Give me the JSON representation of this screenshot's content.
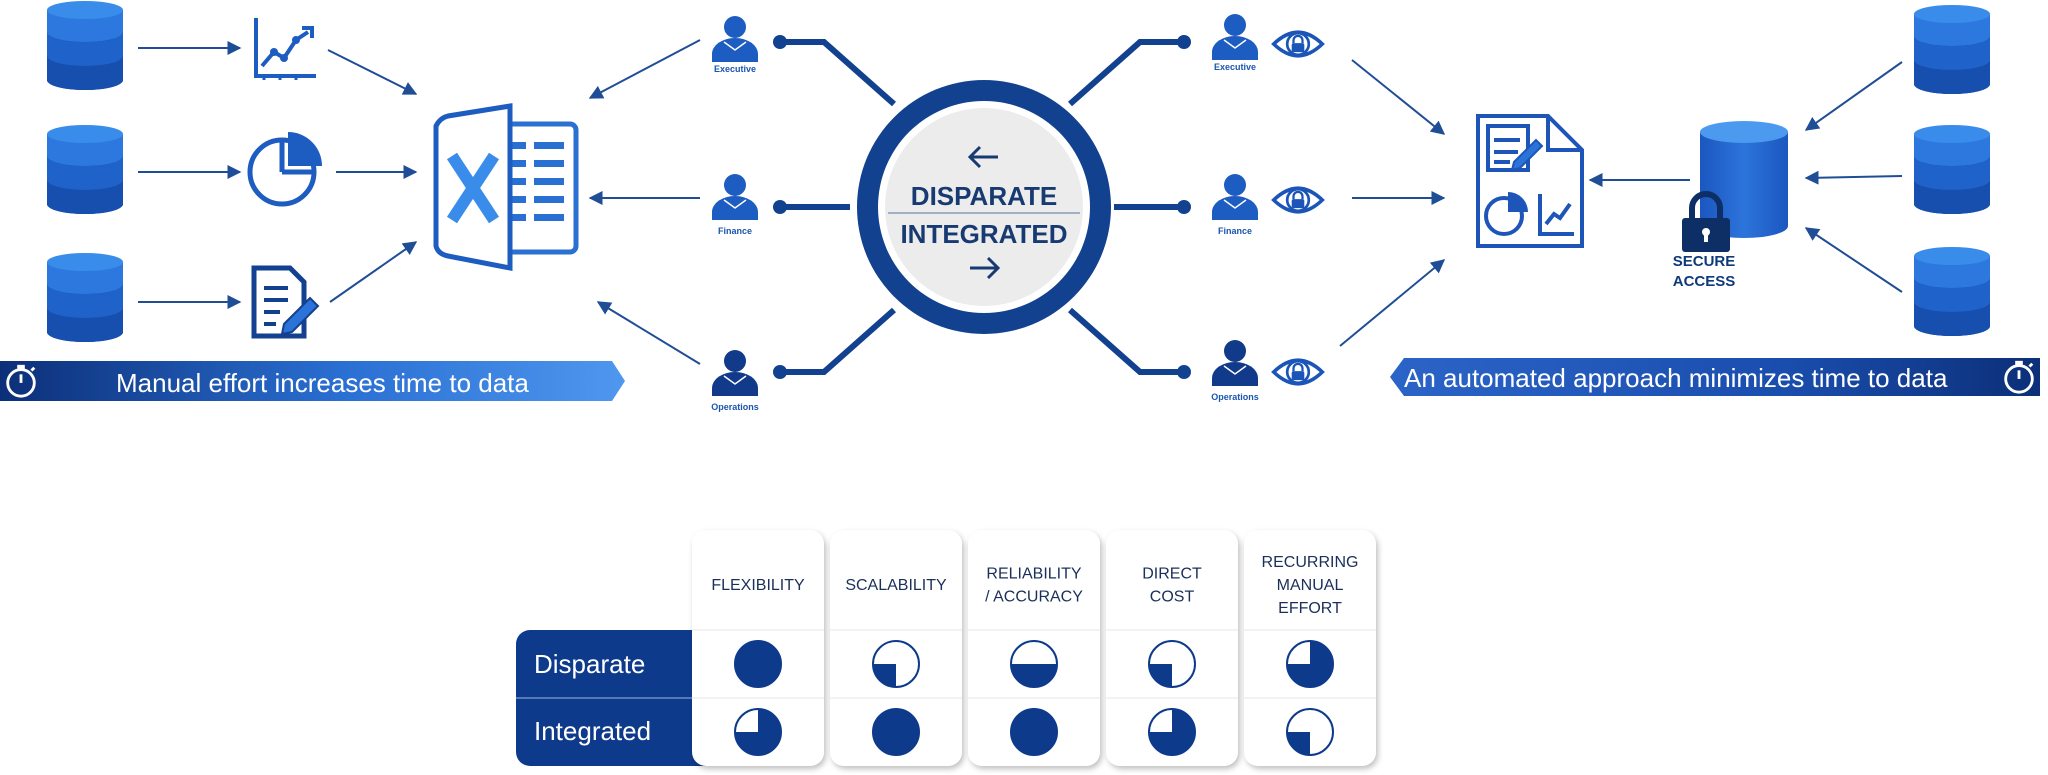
{
  "colors": {
    "dark_blue": "#0e3a8c",
    "mid_blue": "#1b5fc4",
    "light_blue": "#3f8ee8",
    "harvey_blue": "#0e3a8c"
  },
  "left": {
    "banner": "Manual effort increases time to data",
    "icons": [
      "database-icon",
      "line-chart-icon",
      "pie-chart-icon",
      "document-edit-icon",
      "excel-icon",
      "stopwatch-icon"
    ]
  },
  "center": {
    "labels": [
      "DISPARATE",
      "INTEGRATED"
    ],
    "left_roles": [
      "Executive",
      "Finance",
      "Operations"
    ],
    "right_roles": [
      "Executive",
      "Finance",
      "Operations"
    ]
  },
  "right": {
    "banner": "An automated approach minimizes time to data",
    "secure_access": [
      "SECURE",
      "ACCESS"
    ],
    "icons": [
      "database-icon",
      "report-icon",
      "lock-icon",
      "eye-lock-icon",
      "stopwatch-icon"
    ]
  },
  "comparison": {
    "columns": [
      [
        "FLEXIBILITY"
      ],
      [
        "SCALABILITY"
      ],
      [
        "RELIABILITY",
        "/ ACCURACY"
      ],
      [
        "DIRECT",
        "COST"
      ],
      [
        "RECURRING",
        "MANUAL",
        "EFFORT"
      ]
    ],
    "rows": [
      {
        "label": "Disparate",
        "values": [
          1,
          0.25,
          0.5,
          0.25,
          0.75
        ]
      },
      {
        "label": "Integrated",
        "values": [
          0.75,
          1,
          1,
          0.75,
          0.25
        ]
      }
    ]
  }
}
